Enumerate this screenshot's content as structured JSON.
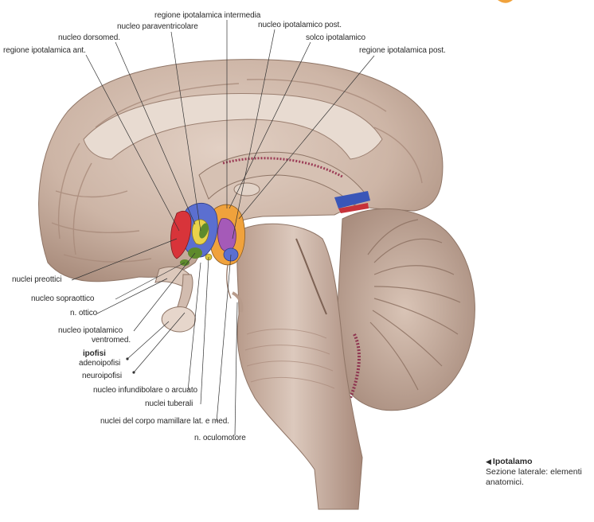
{
  "labels_top": {
    "regione_ipotalamica_intermedia": "regione ipotalamica intermedia",
    "nucleo_paraventricolare": "nucleo paraventricolare",
    "nucleo_ipotalamico_post": "nucleo ipotalamico post.",
    "nucleo_dorsomed": "nucleo dorsomed.",
    "solco_ipotalamico": "solco ipotalamico",
    "regione_ipotalamica_ant": "regione ipotalamica ant.",
    "regione_ipotalamica_post": "regione ipotalamica post."
  },
  "labels_bottom": {
    "nuclei_preottici": "nuclei preottici",
    "nucleo_sopraottico": "nucleo sopraottico",
    "n_ottico": "n. ottico",
    "nucleo_ipotalamico_ventromed_1": "nucleo ipotalamico",
    "nucleo_ipotalamico_ventromed_2": "ventromed.",
    "ipofisi": "ipofisi",
    "adenoipofisi": "adenoipofisi",
    "neuroipofisi": "neuroipofisi",
    "nucleo_infundibolare": "nucleo infundibolare o arcuato",
    "nuclei_tuberali": "nuclei tuberali",
    "nuclei_corpo_mamillare": "nuclei del corpo mamillare lat. e med.",
    "n_oculomotore": "n. oculomotore"
  },
  "caption": {
    "title": "Ipotalamo",
    "line1": "Sezione laterale: elementi",
    "line2": "anatomici."
  },
  "colors": {
    "brain_tissue": "#cbb3a4",
    "brain_light": "#dcc8bb",
    "brain_shadow": "#9e8273",
    "orange_region": "#f0a23c",
    "blue_region": "#5b6fd0",
    "purple_region": "#a55ab8",
    "red_region": "#d8343a",
    "green_nucleus": "#5e8a2c",
    "yellow_region": "#e9d24a"
  }
}
